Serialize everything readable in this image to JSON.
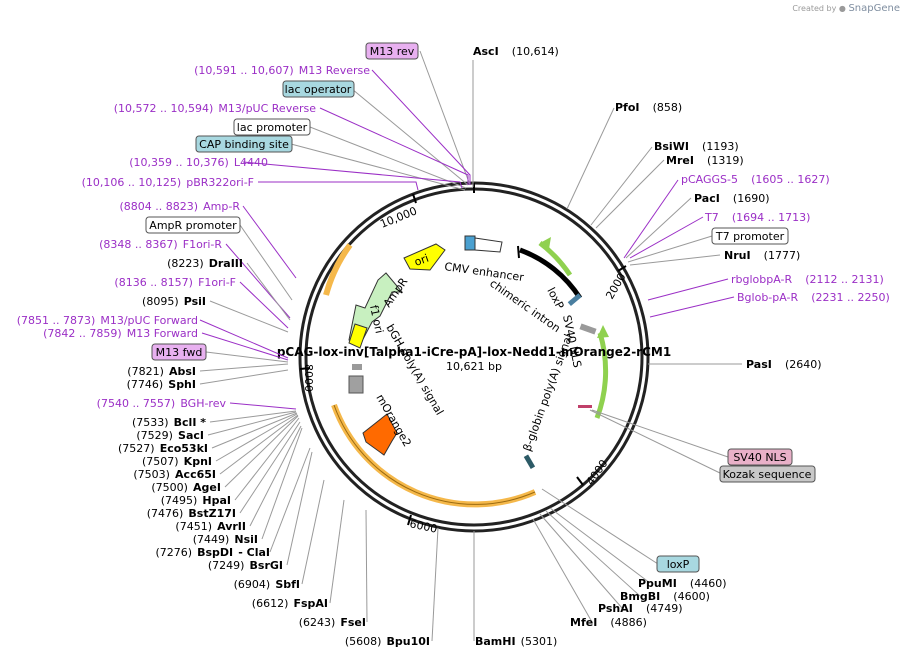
{
  "brand": {
    "created_by": "Created by",
    "name": "SnapGene"
  },
  "plasmid": {
    "name": "pCAG-lox-inv[Talpha1-iCre-pA]-lox-Nedd1-mOrange2-rCM1",
    "length": "10,621 bp"
  },
  "ticks": [
    "10,000",
    "2000",
    "4000",
    "6000",
    "8000"
  ],
  "features_inner": {
    "ori": "ori",
    "ampr": "AmpR",
    "f1ori": "f1 ori",
    "bgh": "bGH poly(A) signal",
    "morange": "mOrange2",
    "cmv": "CMV enhancer",
    "chimeric": "chimeric intron",
    "loxp": "loxP",
    "sv40": "SV40 NLS",
    "bglobin": "β-globin poly(A) signal"
  },
  "boxes": {
    "m13rev": "M13 rev",
    "lac_operator": "lac operator",
    "lac_promoter": "lac promoter",
    "cap": "CAP binding site",
    "ampr_promoter": "AmpR promoter",
    "m13fwd": "M13 fwd",
    "t7promoter": "T7 promoter",
    "sv40nls": "SV40 NLS",
    "kozak": "Kozak sequence",
    "loxp": "loxP"
  },
  "left_labels": {
    "m13_reverse": {
      "pos": "(10,591 .. 10,607)",
      "name": "M13 Reverse"
    },
    "m13puc_reverse": {
      "pos": "(10,572 .. 10,594)",
      "name": "M13/pUC Reverse"
    },
    "l4440": {
      "pos": "(10,359 .. 10,376)",
      "name": "L4440"
    },
    "pbr322": {
      "pos": "(10,106 .. 10,125)",
      "name": "pBR322ori-F"
    },
    "ampr_primer": {
      "pos": "(8804 .. 8823)",
      "name": "Amp-R"
    },
    "f1ori_r": {
      "pos": "(8348 .. 8367)",
      "name": "F1ori-R"
    },
    "dra3": {
      "pos": "(8223)",
      "name": "DraIII"
    },
    "f1ori_f": {
      "pos": "(8136 .. 8157)",
      "name": "F1ori-F"
    },
    "psi": {
      "pos": "(8095)",
      "name": "PsiI"
    },
    "m13puc_forward": {
      "pos": "(7851 .. 7873)",
      "name": "M13/pUC Forward"
    },
    "m13_forward": {
      "pos": "(7842 .. 7859)",
      "name": "M13 Forward"
    },
    "abs": {
      "pos": "(7821)",
      "name": "AbsI"
    },
    "sph": {
      "pos": "(7746)",
      "name": "SphI"
    },
    "bgh_rev": {
      "pos": "(7540 .. 7557)",
      "name": "BGH-rev"
    },
    "bcl": {
      "pos": "(7533)",
      "name": "BclI *"
    },
    "sac": {
      "pos": "(7529)",
      "name": "SacI"
    },
    "eco53": {
      "pos": "(7527)",
      "name": "Eco53kI"
    },
    "kpn": {
      "pos": "(7507)",
      "name": "KpnI"
    },
    "acc65": {
      "pos": "(7503)",
      "name": "Acc65I"
    },
    "age": {
      "pos": "(7500)",
      "name": "AgeI"
    },
    "hpa": {
      "pos": "(7495)",
      "name": "HpaI"
    },
    "bstz": {
      "pos": "(7476)",
      "name": "BstZ17I"
    },
    "avr": {
      "pos": "(7451)",
      "name": "AvrII"
    },
    "nsi": {
      "pos": "(7449)",
      "name": "NsiI"
    },
    "bspdi": {
      "pos": "(7276)",
      "name": "BspDI",
      "extra": "- ClaI"
    },
    "bsrg": {
      "pos": "(7249)",
      "name": "BsrGI"
    },
    "sbf": {
      "pos": "(6904)",
      "name": "SbfI"
    },
    "fsp": {
      "pos": "(6612)",
      "name": "FspAI"
    },
    "fse": {
      "pos": "(6243)",
      "name": "FseI"
    },
    "bpu": {
      "pos": "(5608)",
      "name": "Bpu10I"
    },
    "bam": {
      "name": "BamHI",
      "pos": "(5301)"
    }
  },
  "right_labels": {
    "asc": {
      "name": "AscI",
      "pos": "(10,614)"
    },
    "pfo": {
      "name": "PfoI",
      "pos": "(858)"
    },
    "bsiw": {
      "name": "BsiWI",
      "pos": "(1193)"
    },
    "mre": {
      "name": "MreI",
      "pos": "(1319)"
    },
    "pcaggs": {
      "name": "pCAGGS-5",
      "pos": "(1605 .. 1627)"
    },
    "pac": {
      "name": "PacI",
      "pos": "(1690)"
    },
    "t7": {
      "name": "T7",
      "pos": "(1694 .. 1713)"
    },
    "nru": {
      "name": "NruI",
      "pos": "(1777)"
    },
    "rbglobpa": {
      "name": "rbglobpA-R",
      "pos": "(2112 .. 2131)"
    },
    "bglobpa": {
      "name": "Bglob-pA-R",
      "pos": "(2231 .. 2250)"
    },
    "pas": {
      "name": "PasI",
      "pos": "(2640)"
    },
    "ppum": {
      "name": "PpuMI",
      "pos": "(4460)"
    },
    "bmgb": {
      "name": "BmgBI",
      "pos": "(4600)"
    },
    "psha": {
      "name": "PshAI",
      "pos": "(4749)"
    },
    "mfe": {
      "name": "MfeI",
      "pos": "(4886)"
    }
  },
  "colors": {
    "primer": "#9b2fc6",
    "ring": "#000000",
    "ampr": "#c8f0c0",
    "ori": "#ffff00",
    "morange": "#ff6a00",
    "gene_track": "#f5b84a",
    "lime": "#8fd14f"
  }
}
